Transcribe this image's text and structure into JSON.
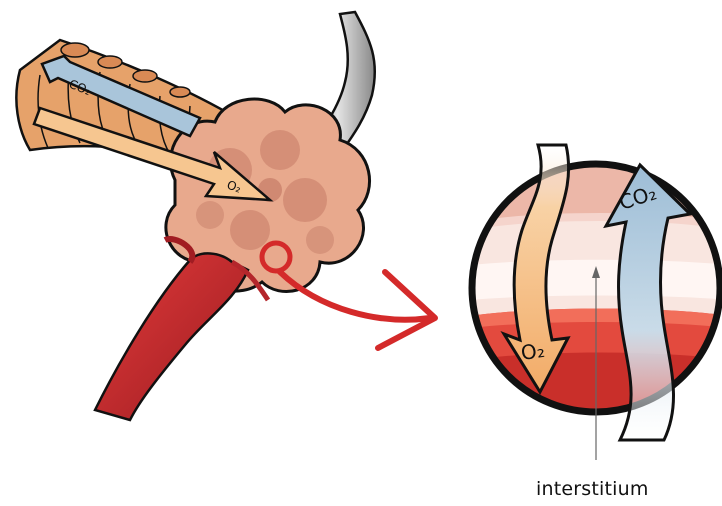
{
  "labels": {
    "co2_airway": "CO₂",
    "o2_airway": "O₂",
    "co2_zoom": "CO₂",
    "o2_zoom": "O₂",
    "interstitium": "interstitium"
  },
  "colors": {
    "lung_tissue": "#e8a98d",
    "alveolus_dark": "#c47a66",
    "bronchus": "#e6a26a",
    "artery": "#c4262b",
    "pointer_red": "#d42a2a",
    "o2_arrow": "#f6c690",
    "co2_arrow": "#a9c5da",
    "vein": "#8a8a8a",
    "outline": "#111111"
  }
}
